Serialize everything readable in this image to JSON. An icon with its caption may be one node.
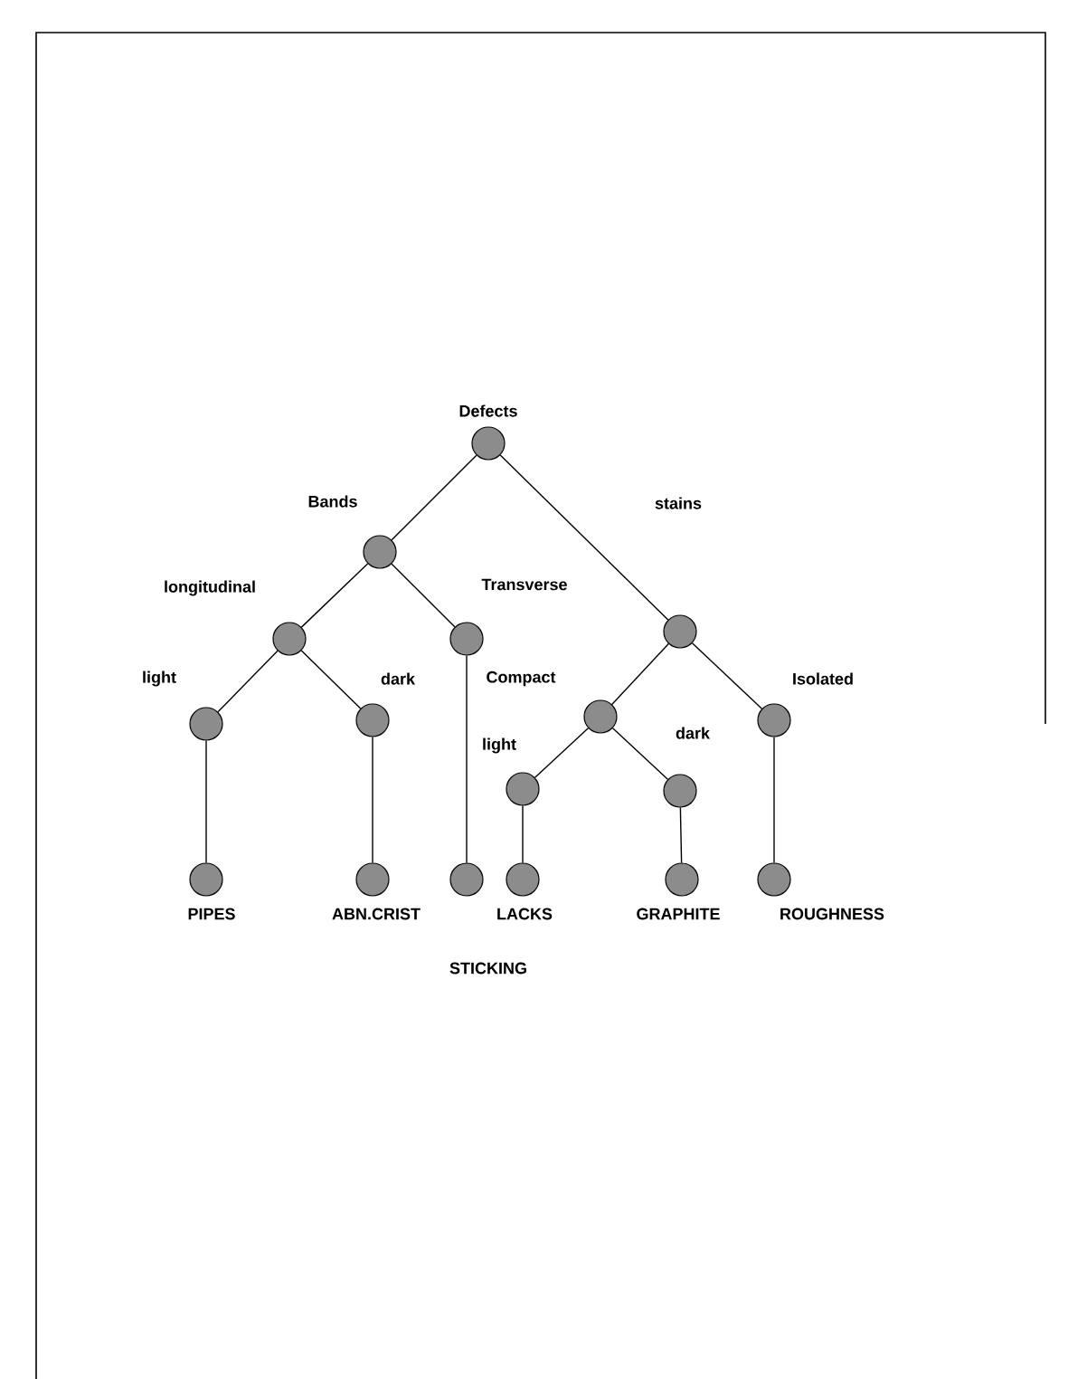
{
  "diagram": {
    "nodes": [
      {
        "text": [
          "Defects"
        ]
      },
      {
        "text": [],
        "shape": "circle"
      },
      {
        "text": [],
        "shape": "circle"
      },
      {
        "text": [],
        "shape": "circle"
      },
      {
        "text": [],
        "shape": "circle"
      },
      {
        "text": [],
        "shape": "circle"
      },
      {
        "text": [],
        "shape": "circle"
      },
      {
        "text": [],
        "shape": "circle"
      },
      {
        "text": [],
        "shape": "circle"
      },
      {
        "text": [],
        "shape": "circle"
      },
      {
        "text": [],
        "shape": "circle"
      },
      {
        "text": [
          "PIPES"
        ]
      },
      {
        "text": [
          "ABN.CRIST"
        ]
      },
      {
        "text": [
          "STICKING"
        ]
      },
      {
        "text": [
          "LACKS"
        ]
      },
      {
        "text": [
          "GRAPHITE"
        ]
      },
      {
        "text": [
          "ROUGHNESS"
        ]
      }
    ],
    "edges": [
      {
        "from": 0,
        "to": 1,
        "arrow": "none",
        "label": "Bands"
      },
      {
        "from": 0,
        "to": 4,
        "arrow": "none",
        "label": "stains"
      },
      {
        "from": 1,
        "to": 2,
        "arrow": "none",
        "label": "longitudinal"
      },
      {
        "from": 1,
        "to": 3,
        "arrow": "none",
        "label": "Transverse"
      },
      {
        "from": 2,
        "to": 5,
        "arrow": "none",
        "label": "light"
      },
      {
        "from": 2,
        "to": 6,
        "arrow": "none",
        "label": "dark"
      },
      {
        "from": 4,
        "to": 7,
        "arrow": "none",
        "label": "Compact"
      },
      {
        "from": 4,
        "to": 8,
        "arrow": "none",
        "label": "Isolated"
      },
      {
        "from": 7,
        "to": 9,
        "arrow": "none",
        "label": "light"
      },
      {
        "from": 7,
        "to": 10,
        "arrow": "none",
        "label": "dark"
      },
      {
        "from": 5,
        "to": 11,
        "arrow": "none"
      },
      {
        "from": 6,
        "to": 12,
        "arrow": "none"
      },
      {
        "from": 3,
        "to": 13,
        "arrow": "none"
      },
      {
        "from": 9,
        "to": 14,
        "arrow": "none"
      },
      {
        "from": 10,
        "to": 15,
        "arrow": "none"
      },
      {
        "from": 8,
        "to": 16,
        "arrow": "none"
      }
    ]
  }
}
